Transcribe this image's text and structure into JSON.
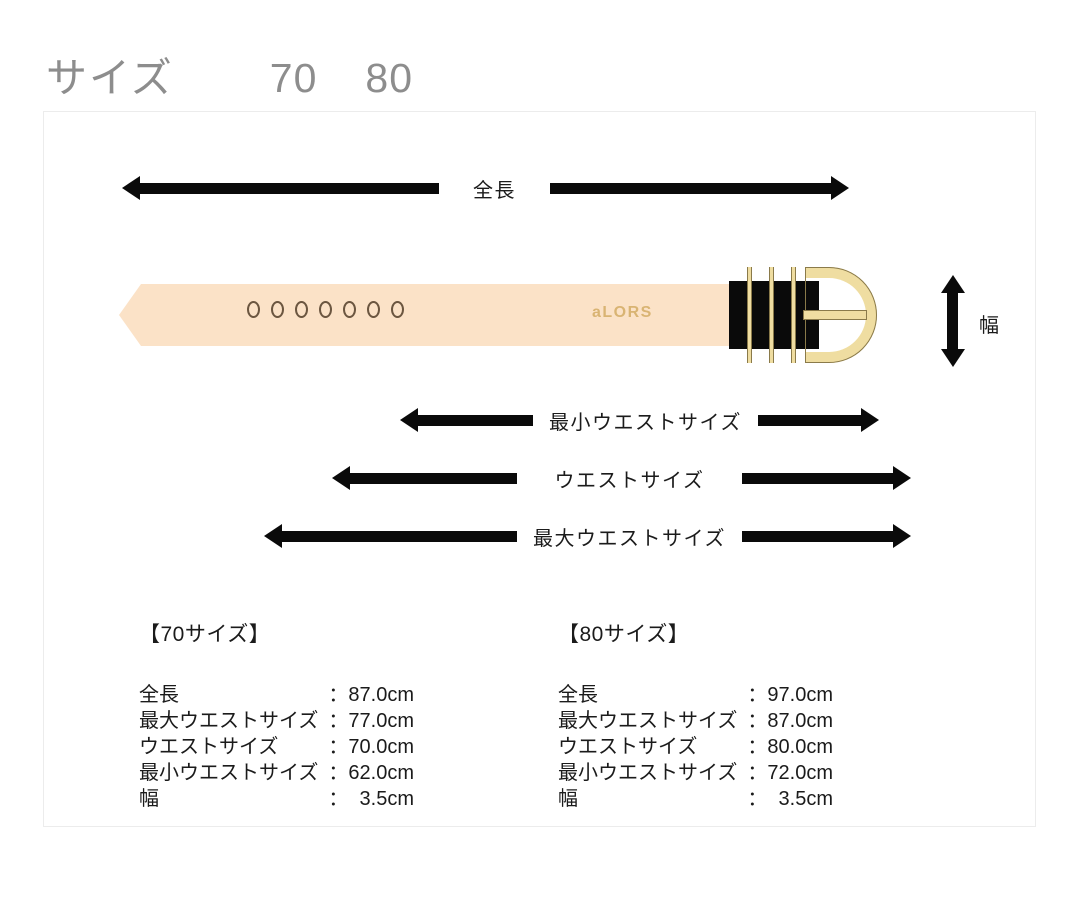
{
  "header": {
    "title": "サイズ",
    "size_a": "70",
    "size_b": "80"
  },
  "diagram": {
    "total_length_label": "全長",
    "min_waist_label": "最小ウエストサイズ",
    "waist_label": "ウエストサイズ",
    "max_waist_label": "最大ウエストサイズ",
    "width_label": "幅",
    "brand": "aLORS",
    "hole_count": 7,
    "colors": {
      "strap": "#fbe2c7",
      "buckle_gold": "#efdda1",
      "keeper_black": "#0a0a0a",
      "hole_outline": "#6b5640",
      "brand_text": "#d9b473",
      "arrow": "#0a0a0a",
      "card_border": "#ececec",
      "header_text": "#8d8d8d"
    }
  },
  "specs": [
    {
      "title": "【70サイズ】",
      "rows": [
        {
          "key": "全長",
          "colon": "：",
          "value": "87.0cm"
        },
        {
          "key": "最大ウエストサイズ",
          "colon": "：",
          "value": "77.0cm"
        },
        {
          "key": "ウエストサイズ",
          "colon": "：",
          "value": "70.0cm"
        },
        {
          "key": "最小ウエストサイズ",
          "colon": "：",
          "value": "62.0cm"
        },
        {
          "key": "幅",
          "colon": "：",
          "value": "3.5cm"
        }
      ]
    },
    {
      "title": "【80サイズ】",
      "rows": [
        {
          "key": "全長",
          "colon": "：",
          "value": "97.0cm"
        },
        {
          "key": "最大ウエストサイズ",
          "colon": "：",
          "value": "87.0cm"
        },
        {
          "key": "ウエストサイズ",
          "colon": "：",
          "value": "80.0cm"
        },
        {
          "key": "最小ウエストサイズ",
          "colon": "：",
          "value": "72.0cm"
        },
        {
          "key": "幅",
          "colon": "：",
          "value": "3.5cm"
        }
      ]
    }
  ]
}
